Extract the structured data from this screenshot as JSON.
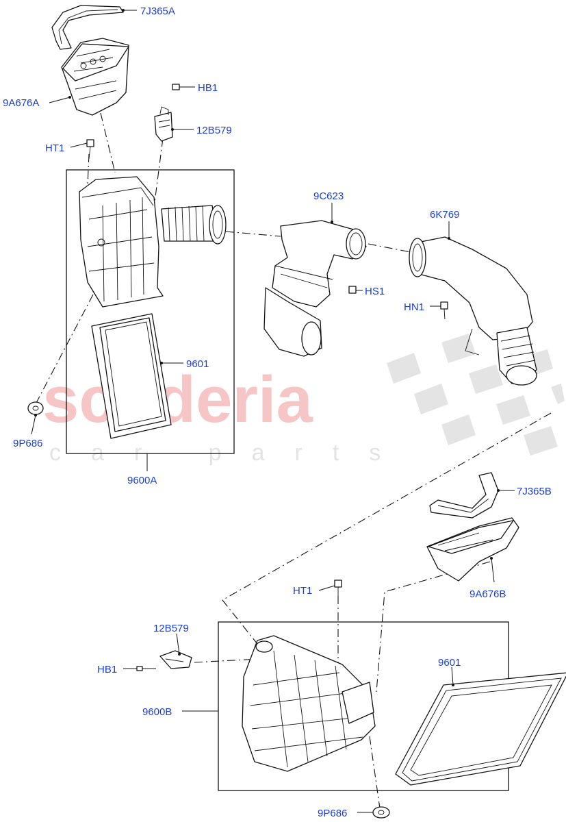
{
  "watermark": {
    "brand": "scuderia",
    "tagline": "car parts",
    "brand_color": "#f6c6c6"
  },
  "callouts": {
    "bracket_upper": "7J365A",
    "duct_upper": "9A676A",
    "screw_hb1_upper": "HB1",
    "sensor_upper": "12B579",
    "screw_ht1_upper": "HT1",
    "resonator": "9C623",
    "tube": "6K769",
    "screw_hs1": "HS1",
    "screw_hn1": "HN1",
    "filter_upper": "9601",
    "grommet_upper": "9P686",
    "airbox_upper": "9600A",
    "bracket_lower": "7J365B",
    "duct_lower": "9A676B",
    "screw_ht1_lower": "HT1",
    "sensor_lower": "12B579",
    "filter_lower": "9601",
    "screw_hb1_lower": "HB1",
    "airbox_lower": "9600B",
    "grommet_lower": "9P686"
  },
  "label_color": "#1a3fd6",
  "icons": [
    "bracket-icon",
    "air-duct-icon",
    "screw-icon",
    "sensor-icon",
    "airbox-icon",
    "hose-icon",
    "filter-icon",
    "grommet-icon"
  ]
}
